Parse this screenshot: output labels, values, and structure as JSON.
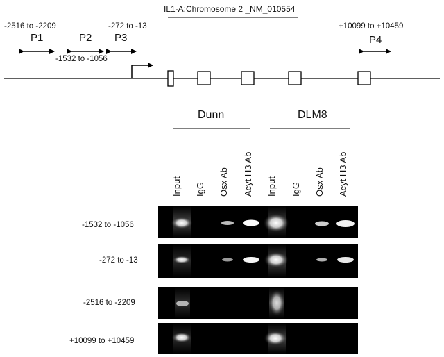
{
  "title": "IL1-A:Chromosome 2 _NM_010554",
  "primers": [
    {
      "name": "P1",
      "range": "-2516 to -2209"
    },
    {
      "name": "P2",
      "range": "-1532 to -1056"
    },
    {
      "name": "P3",
      "range": "-272 to -13"
    },
    {
      "name": "P4",
      "range": "+10099 to +10459"
    }
  ],
  "cell_lines": [
    {
      "name": "Dunn"
    },
    {
      "name": "DLM8"
    }
  ],
  "lanes": [
    "Input",
    "IgG",
    "Osx Ab",
    "Acyt H3 Ab",
    "Input",
    "IgG",
    "Osx Ab",
    "Acyt H3 Ab"
  ],
  "gel_rows": [
    {
      "label": "-1532 to -1056"
    },
    {
      "label": "-272 to -13"
    },
    {
      "label": "-2516 to -2209"
    },
    {
      "label": "+10099 to +10459"
    }
  ]
}
